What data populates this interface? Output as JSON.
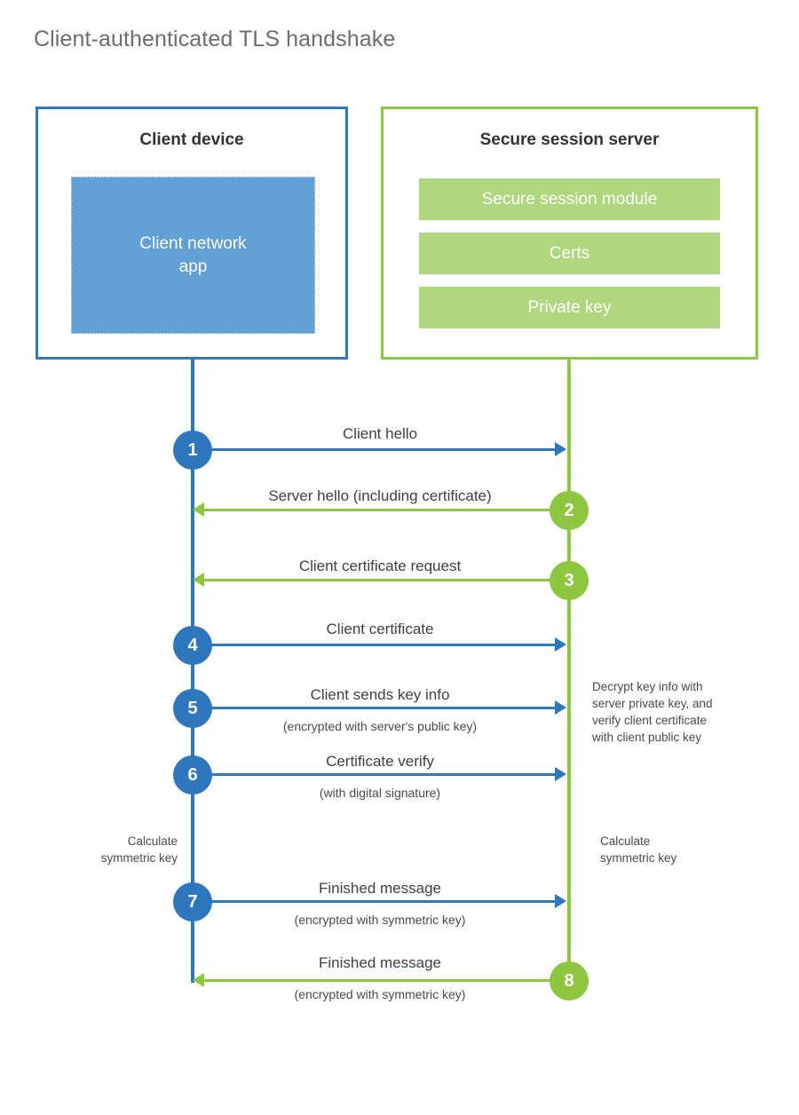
{
  "title": "Client-authenticated TLS handshake",
  "colors": {
    "client_blue": "#2E77BC",
    "client_app_fill": "#629FD4",
    "server_green": "#8DC63F",
    "server_bar_fill": "#AFD87E",
    "title_gray": "#6d6d6d",
    "label_gray": "#404040",
    "background": "#ffffff"
  },
  "client": {
    "title": "Client device",
    "app_label": "Client network\napp",
    "app_label_line1": "Client network",
    "app_label_line2": "app",
    "note": "Calculate\nsymmetric key",
    "note_line1": "Calculate",
    "note_line2": "symmetric key"
  },
  "server": {
    "title": "Secure session server",
    "components": [
      "Secure session module",
      "Certs",
      "Private key"
    ],
    "note_decrypt_line1": "Decrypt key info with",
    "note_decrypt_line2": "server private key, and",
    "note_decrypt_line3": "verify client certificate",
    "note_decrypt_line4": "with client public key",
    "note_calc_line1": "Calculate",
    "note_calc_line2": "symmetric key"
  },
  "steps": [
    {
      "number": "1",
      "origin": "client",
      "direction": "right",
      "color": "blue",
      "label": "Client hello",
      "sublabel": ""
    },
    {
      "number": "2",
      "origin": "server",
      "direction": "left",
      "color": "green",
      "label": "Server hello (including certificate)",
      "sublabel": ""
    },
    {
      "number": "3",
      "origin": "server",
      "direction": "left",
      "color": "green",
      "label": "Client certificate request",
      "sublabel": ""
    },
    {
      "number": "4",
      "origin": "client",
      "direction": "right",
      "color": "blue",
      "label": "Client certificate",
      "sublabel": ""
    },
    {
      "number": "5",
      "origin": "client",
      "direction": "right",
      "color": "blue",
      "label": "Client sends key info",
      "sublabel": "(encrypted with server's public key)"
    },
    {
      "number": "6",
      "origin": "client",
      "direction": "right",
      "color": "blue",
      "label": "Certificate verify",
      "sublabel": "(with digital signature)"
    },
    {
      "number": "7",
      "origin": "client",
      "direction": "right",
      "color": "blue",
      "label": "Finished message",
      "sublabel": "(encrypted with symmetric key)"
    },
    {
      "number": "8",
      "origin": "server",
      "direction": "left",
      "color": "green",
      "label": "Finished message",
      "sublabel": "(encrypted with symmetric key)"
    }
  ]
}
